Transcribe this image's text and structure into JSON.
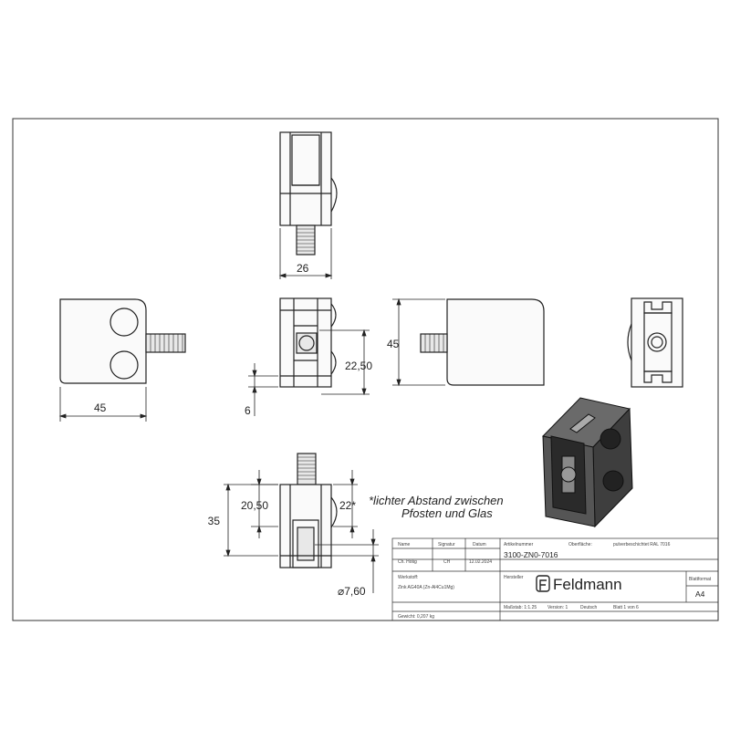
{
  "dimensions": {
    "top_width": "26",
    "front_width": "45",
    "side_small": "6",
    "side_offset": "22,50",
    "right_height": "45",
    "bottom_offset": "20,50",
    "bottom_height": "35",
    "bottom_angle": "22*",
    "bore_diameter": "⌀7,60"
  },
  "note": {
    "line1": "*lichter Abstand zwischen",
    "line2": "Pfosten und Glas"
  },
  "title_block": {
    "hdr_name": "Name",
    "hdr_signature": "Signatur",
    "hdr_date": "Datum",
    "drawn_name": "Ch. Hötig",
    "drawn_signature": "CH",
    "drawn_date": "12.02.2024",
    "article_label": "Artikelnummer",
    "article_number": "3100-ZN0-7016",
    "surface_label": "Oberfläche:",
    "surface_value": "pulverbeschichtet RAL 7016",
    "manufacturer_label": "Hersteller",
    "brand": "Feldmann",
    "format_label": "Blattformat",
    "format_value": "A4",
    "material_label": "Werkstoff:",
    "material_value": "Zink AG40A (Zn-Al4Cu1Mg)",
    "weight": "Gewicht: 0,207 kg",
    "scale": "Maßstab: 1:1.25",
    "version": "Version: 1",
    "language": "Deutsch",
    "sheet": "Blatt 1 von 6"
  }
}
